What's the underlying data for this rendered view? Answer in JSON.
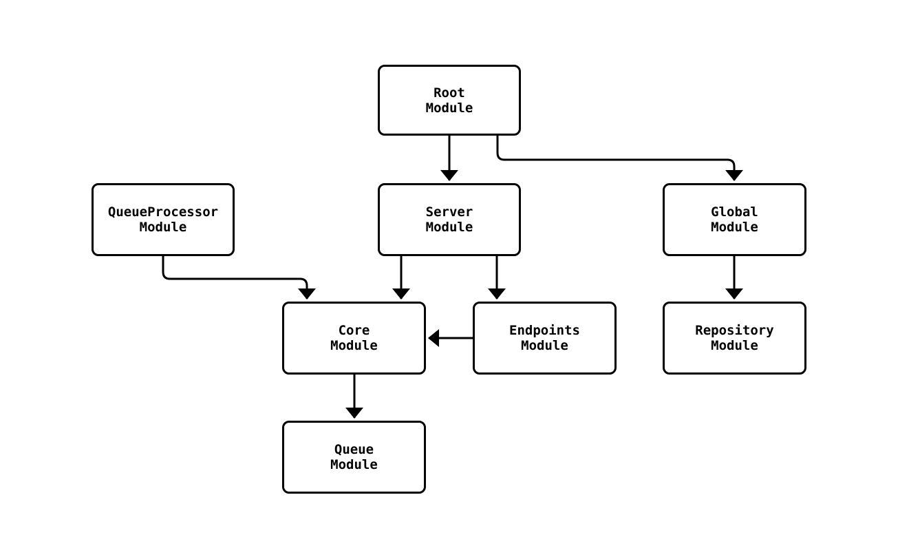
{
  "diagram": {
    "type": "module-dependency-diagram",
    "background_color": "#ffffff",
    "stroke_color": "#000000",
    "node_fill_color": "#ffffff",
    "nodes": {
      "root": {
        "line1": "Root",
        "line2": "Module"
      },
      "queueprocessor": {
        "line1": "QueueProcessor",
        "line2": "Module"
      },
      "server": {
        "line1": "Server",
        "line2": "Module"
      },
      "global": {
        "line1": "Global",
        "line2": "Module"
      },
      "core": {
        "line1": "Core",
        "line2": "Module"
      },
      "endpoints": {
        "line1": "Endpoints",
        "line2": "Module"
      },
      "repository": {
        "line1": "Repository",
        "line2": "Module"
      },
      "queue": {
        "line1": "Queue",
        "line2": "Module"
      }
    },
    "edges": [
      {
        "from": "Root Module",
        "to": "Server Module"
      },
      {
        "from": "Root Module",
        "to": "Global Module"
      },
      {
        "from": "QueueProcessor Module",
        "to": "Core Module"
      },
      {
        "from": "Server Module",
        "to": "Core Module"
      },
      {
        "from": "Server Module",
        "to": "Endpoints Module"
      },
      {
        "from": "Endpoints Module",
        "to": "Core Module"
      },
      {
        "from": "Global Module",
        "to": "Repository Module"
      },
      {
        "from": "Core Module",
        "to": "Queue Module"
      }
    ]
  }
}
